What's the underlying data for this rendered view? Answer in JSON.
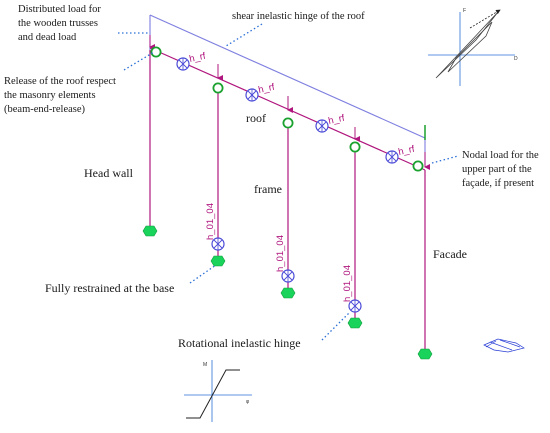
{
  "annotations": {
    "distributed_load": [
      "Distributed load for",
      "the wooden trusses",
      "and dead load"
    ],
    "shear_hinge": "shear inelastic hinge of the roof",
    "release": [
      "Release of the roof respect",
      "the masonry elements",
      "(beam-end-release)"
    ],
    "nodal_load": [
      "Nodal load for the",
      "upper part of the",
      "façade, if present"
    ],
    "roof": "roof",
    "head_wall": "Head wall",
    "frame": "frame",
    "facade": "Facade",
    "fully_restrained": "Fully restrained at the base",
    "rotational_hinge": "Rotational inelastic hinge"
  },
  "hinge_labels": {
    "roof": "h_rf",
    "column": "h_01_04"
  },
  "colors": {
    "member": "#b0177e",
    "load": "#7f7fe0",
    "leader": "#2a6fd6",
    "release": "#1aa12e",
    "support": "#19d35a"
  },
  "insets": {
    "moment_axis": "M",
    "rotation_axis": "φ",
    "shear_axis_top": "F",
    "shear_axis_right": "D"
  }
}
